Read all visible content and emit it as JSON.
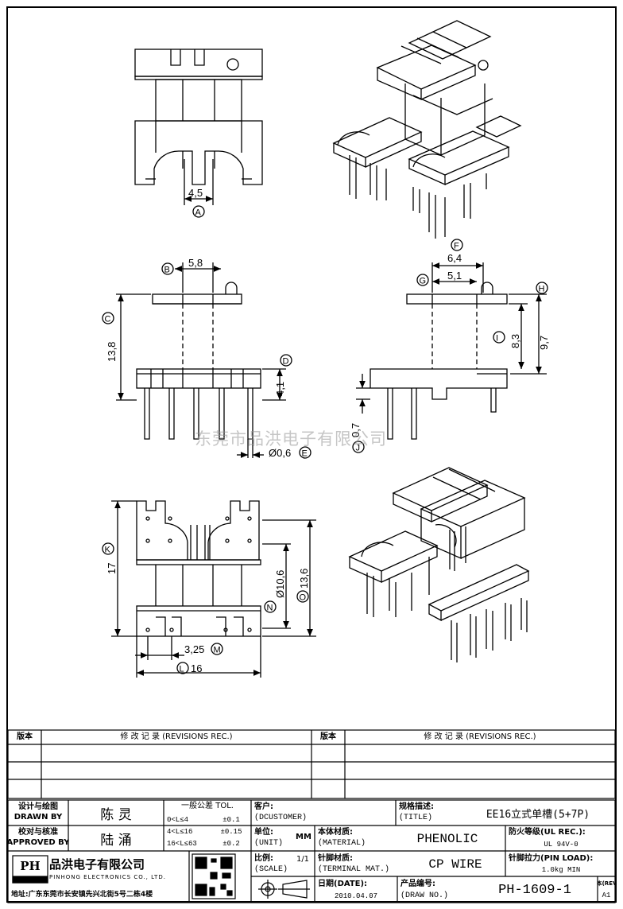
{
  "watermark": "东莞市品洪电子有限公司",
  "dimensions": {
    "A": {
      "label": "A",
      "value": "4,5"
    },
    "B": {
      "label": "B",
      "value": "5,8"
    },
    "C": {
      "label": "C",
      "value": "13,8"
    },
    "D": {
      "label": "D",
      "value": "4,1"
    },
    "E": {
      "label": "E",
      "value": "Ø0,6"
    },
    "F": {
      "label": "F",
      "value": "6,4"
    },
    "G": {
      "label": "G",
      "value": "5,1"
    },
    "H": {
      "label": "H"
    },
    "I": {
      "label": "I",
      "value": "8,3"
    },
    "H_value": "9,7",
    "J": {
      "label": "J",
      "value": "0,7"
    },
    "K": {
      "label": "K",
      "value": "17"
    },
    "N": {
      "label": "N",
      "value": "Ø10,6"
    },
    "O": {
      "label": "O",
      "value": "13,6"
    },
    "M": {
      "label": "M",
      "value": "3,25"
    },
    "L": {
      "label": "L",
      "value": "16"
    }
  },
  "revisions": {
    "version_label": "版本",
    "record_label": "修 改 记 录 (REVISIONS REC.)"
  },
  "title_block": {
    "drawn_by_cn": "设计与绘图",
    "drawn_by_en": "DRAWN BY",
    "drawn_by_name": "陈 灵",
    "approved_by_cn": "校对与核准",
    "approved_by_en": "APPROVED BY",
    "approved_by_name": "陆 涌",
    "tol_title": "一般公差 TOL.",
    "tol_rows": [
      {
        "range": "0<L≤4",
        "tol": "±0.1"
      },
      {
        "range": "4<L≤16",
        "tol": "±0.15"
      },
      {
        "range": "16<L≤63",
        "tol": "±0.2"
      }
    ],
    "customer_cn": "客户:",
    "customer_en": "(DCUSTOMER)",
    "title_cn": "规格描述:",
    "title_en": "(TITLE)",
    "title_value": "EE16立式单槽(5+7P)",
    "unit_cn": "单位:",
    "unit_en": "(UNIT)",
    "unit_value": "MM",
    "material_cn": "本体材质:",
    "material_en": "(MATERIAL)",
    "material_value": "PHENOLIC",
    "ul_cn": "防火等级(UL REC.):",
    "ul_value": "UL 94V-0",
    "scale_cn": "比例:",
    "scale_en": "(SCALE)",
    "scale_value": "1/1",
    "terminal_cn": "针脚材质:",
    "terminal_en": "(TERMINAL MAT.)",
    "terminal_value": "CP WIRE",
    "pinload_cn": "针脚拉力(PIN LOAD):",
    "pinload_value": "1.0kg MIN",
    "date_cn": "日期(DATE):",
    "date_value": "2010.04.07",
    "drawno_cn": "产品编号:",
    "drawno_en": "(DRAW NO.)",
    "drawno_value": "PH-1609-1",
    "rev_cn": "版本(REV):",
    "rev_value": "A1",
    "company_cn": "品洪电子有限公司",
    "company_en": "PINHONG ELECTRONICS CO., LTD.",
    "logo_text": "PH",
    "address": "地址:广东东莞市长安镇先兴北街5号二栋4楼"
  }
}
